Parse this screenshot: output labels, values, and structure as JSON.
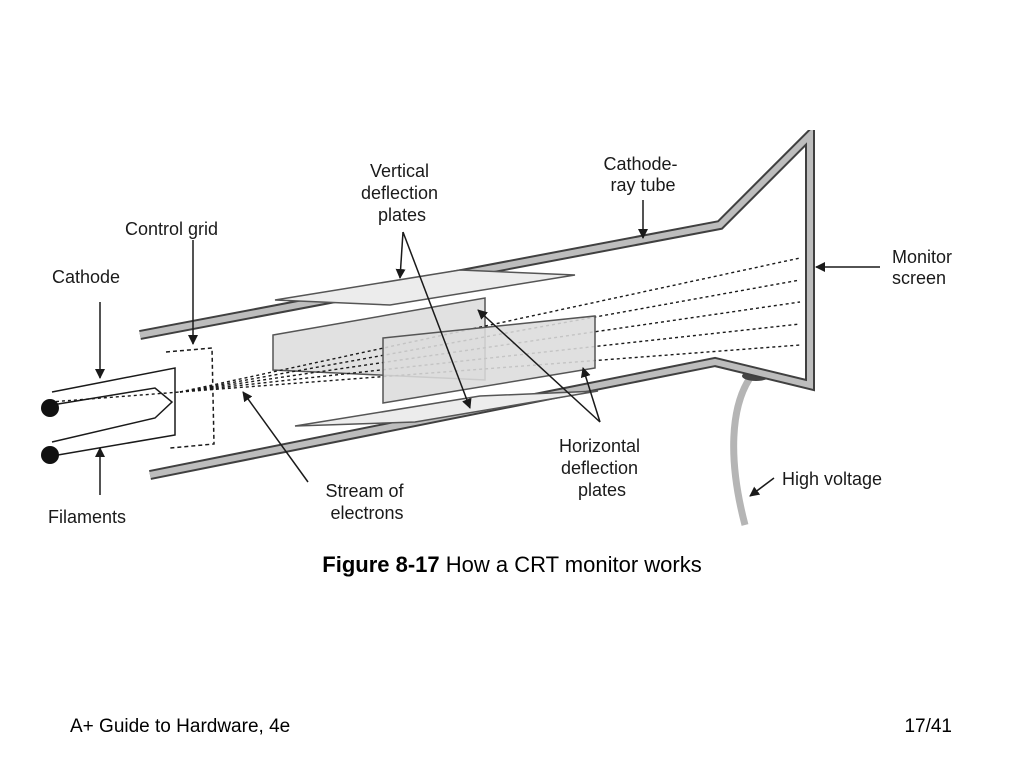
{
  "diagram": {
    "labels": {
      "cathode": "Cathode",
      "control_grid": "Control grid",
      "vertical_plates": [
        "Vertical",
        "deflection",
        "plates"
      ],
      "crt": [
        "Cathode-",
        "ray tube"
      ],
      "monitor_screen": [
        "Monitor",
        "screen"
      ],
      "filaments": "Filaments",
      "stream": [
        "Stream of",
        "electrons"
      ],
      "horizontal_plates": [
        "Horizontal",
        "deflection",
        "plates"
      ],
      "high_voltage": "High voltage"
    }
  },
  "caption": {
    "label": "Figure 8-17",
    "text": "How a CRT monitor works"
  },
  "footer": {
    "title": "A+ Guide to Hardware, 4e",
    "page": "17/41"
  }
}
